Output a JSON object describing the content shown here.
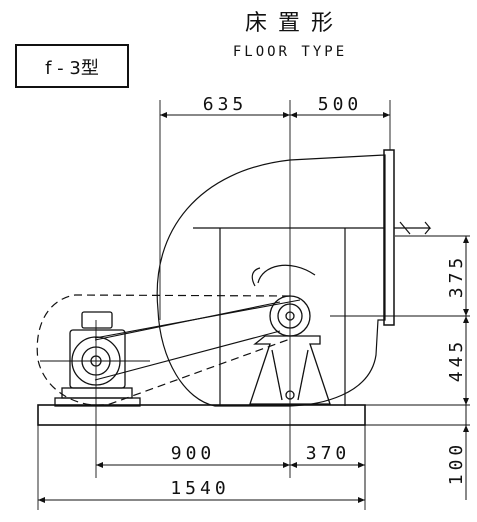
{
  "title": {
    "main": "床 置 形",
    "sub": "FLOOR TYPE"
  },
  "model_label": "f - 3型",
  "dimensions": {
    "top_left": "635",
    "top_right": "500",
    "right_upper": "375",
    "right_middle": "445",
    "right_lower": "100",
    "bottom_inner_left": "900",
    "bottom_inner_right": "370",
    "bottom_total": "1540"
  },
  "colors": {
    "line": "#111111",
    "background": "#ffffff"
  }
}
